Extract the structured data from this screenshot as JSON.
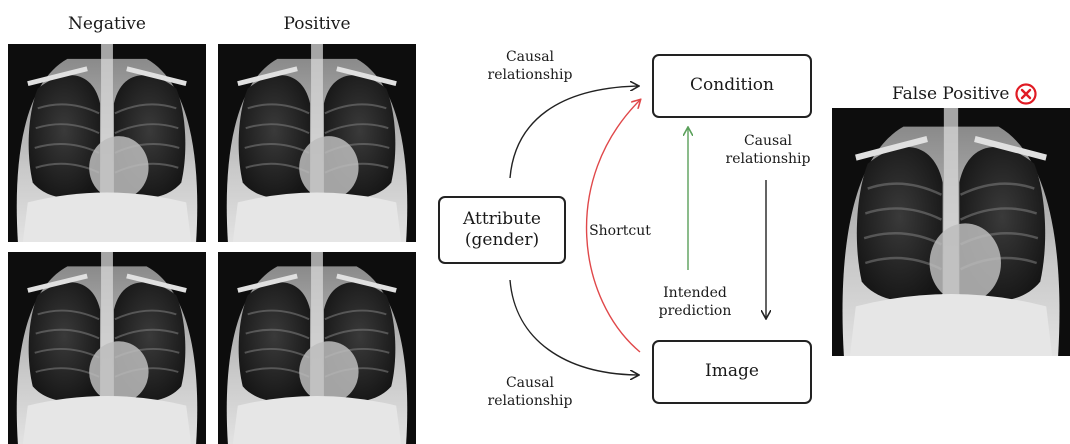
{
  "columns": {
    "negative": "Negative",
    "positive": "Positive"
  },
  "false_positive": {
    "label": "False Positive",
    "badge_icon": "x-circle-icon",
    "badge_color": "#e01b24"
  },
  "nodes": {
    "condition": "Condition",
    "attribute_line1": "Attribute",
    "attribute_line2": "(gender)",
    "image": "Image"
  },
  "edges": {
    "top_causal_l1": "Causal",
    "top_causal_l2": "relationship",
    "right_causal_l1": "Causal",
    "right_causal_l2": "relationship",
    "bottom_causal_l1": "Causal",
    "bottom_causal_l2": "relationship",
    "shortcut": "Shortcut",
    "intended_l1": "Intended",
    "intended_l2": "prediction"
  },
  "colors": {
    "shortcut": "#e0484a",
    "intended": "#5aa05a",
    "causal": "#222222"
  }
}
